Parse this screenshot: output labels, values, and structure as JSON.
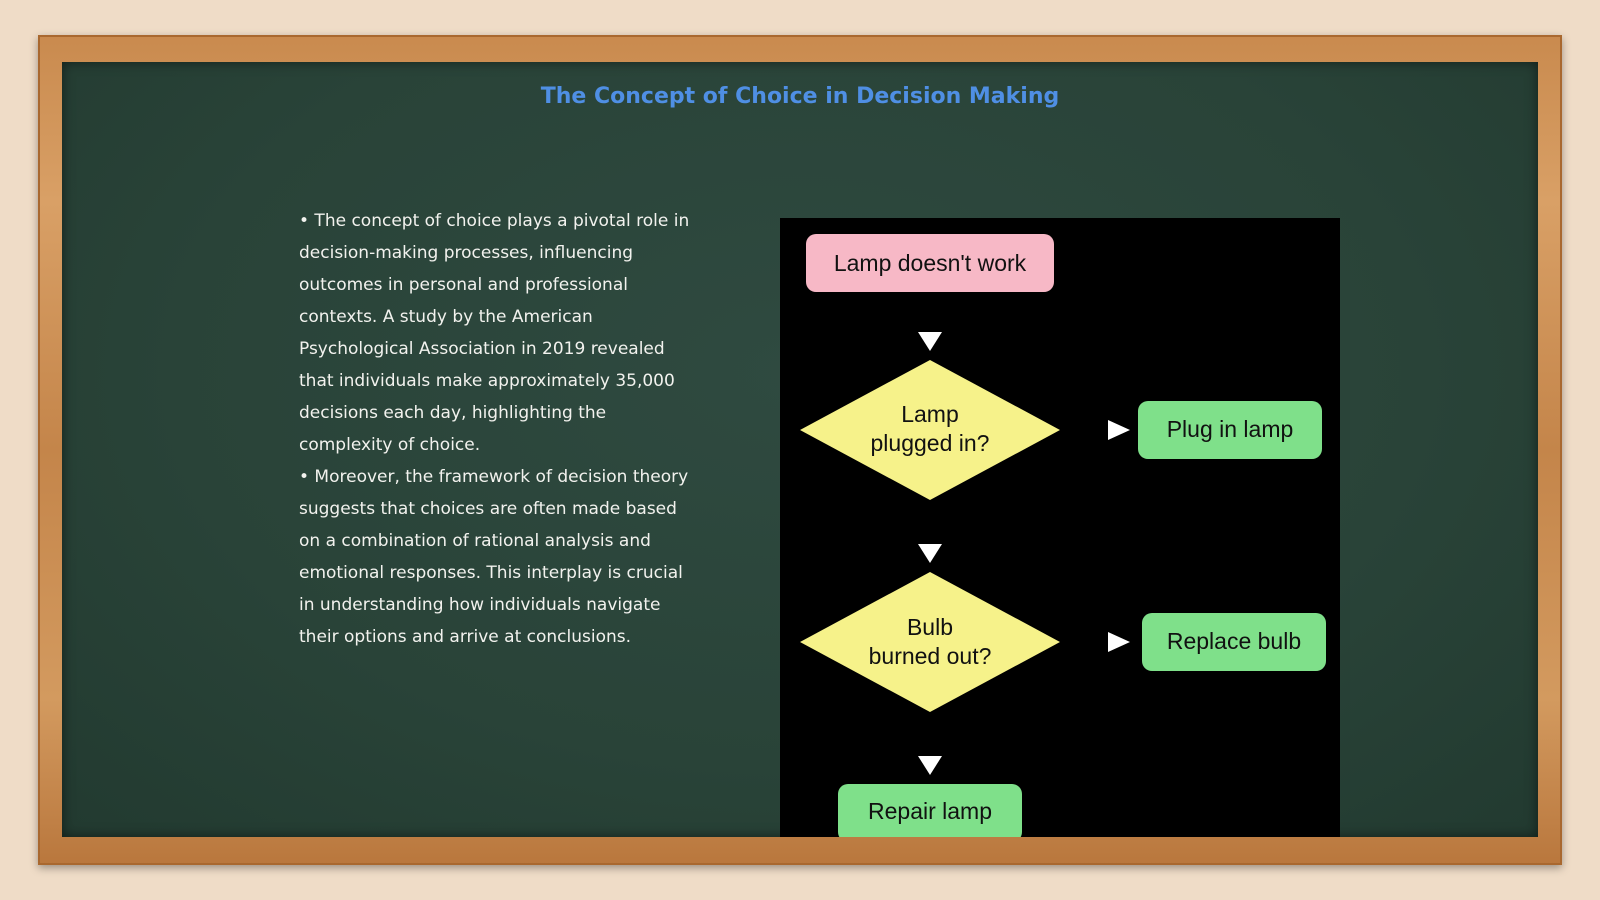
{
  "slide": {
    "title": "The Concept of Choice in Decision Making",
    "bullets": [
      "• The concept of choice plays a pivotal role in decision-making processes, influencing outcomes in personal and professional contexts. A study by the American Psychological Association in 2019 revealed that individuals make approximately 35,000 decisions each day, highlighting the complexity of choice.",
      "• Moreover, the framework of decision theory suggests that choices are often made based on a combination of rational analysis and emotional responses. This interplay is crucial in understanding how individuals navigate their options and arrive at conclusions."
    ]
  },
  "flowchart": {
    "start": "Lamp doesn't work",
    "decision1": [
      "Lamp",
      "plugged in?"
    ],
    "action1": "Plug in lamp",
    "decision2": [
      "Bulb",
      "burned out?"
    ],
    "action2": "Replace bulb",
    "end": "Repair lamp",
    "colors": {
      "start": "#f7b8c6",
      "decision": "#f6f28a",
      "action": "#7fe08a",
      "arrow": "#ffffff",
      "background": "#000000"
    }
  }
}
